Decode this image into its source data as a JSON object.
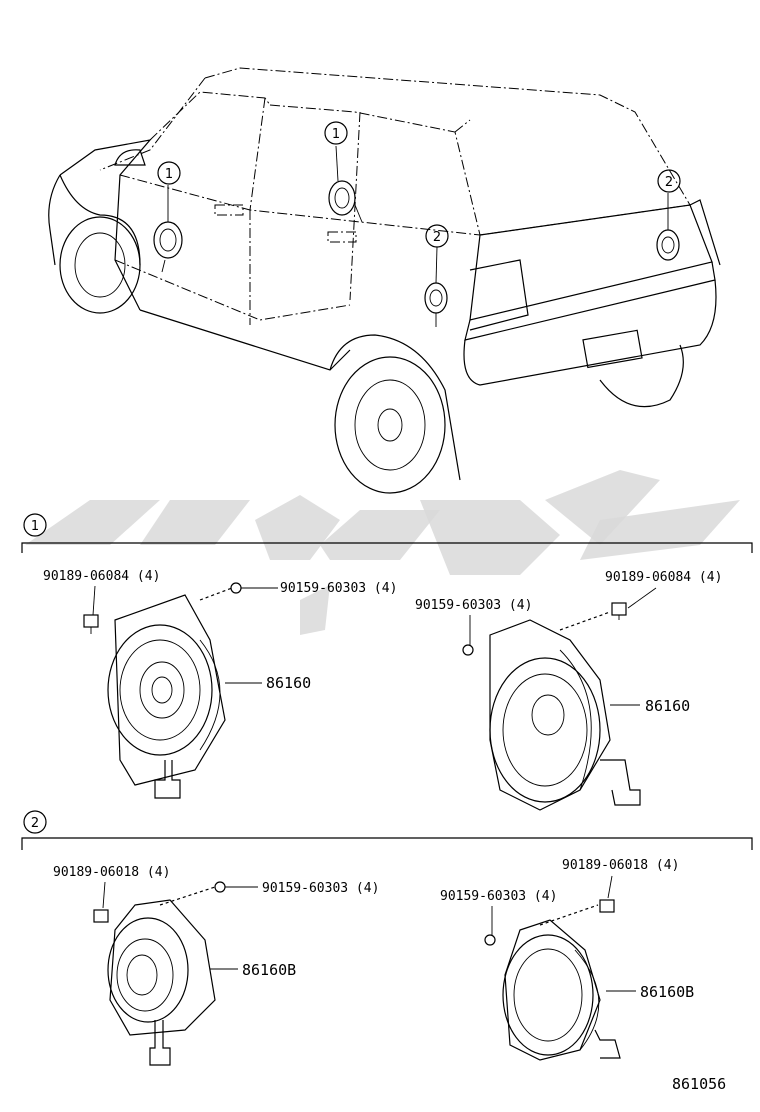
{
  "diagram_id": "861056",
  "sections": [
    {
      "marker": "1",
      "views": [
        {
          "bolt_label": "90189-06084 (4)",
          "screw_label": "90159-60303 (4)",
          "speaker_label": "86160"
        },
        {
          "bolt_label": "90189-06084 (4)",
          "screw_label": "90159-60303 (4)",
          "speaker_label": "86160"
        }
      ]
    },
    {
      "marker": "2",
      "views": [
        {
          "bolt_label": "90189-06018 (4)",
          "screw_label": "90159-60303 (4)",
          "speaker_label": "86160B"
        },
        {
          "bolt_label": "90189-06018 (4)",
          "screw_label": "90159-60303 (4)",
          "speaker_label": "86160B"
        }
      ]
    }
  ],
  "vehicle": {
    "callouts": [
      "1",
      "1",
      "2",
      "2"
    ]
  }
}
